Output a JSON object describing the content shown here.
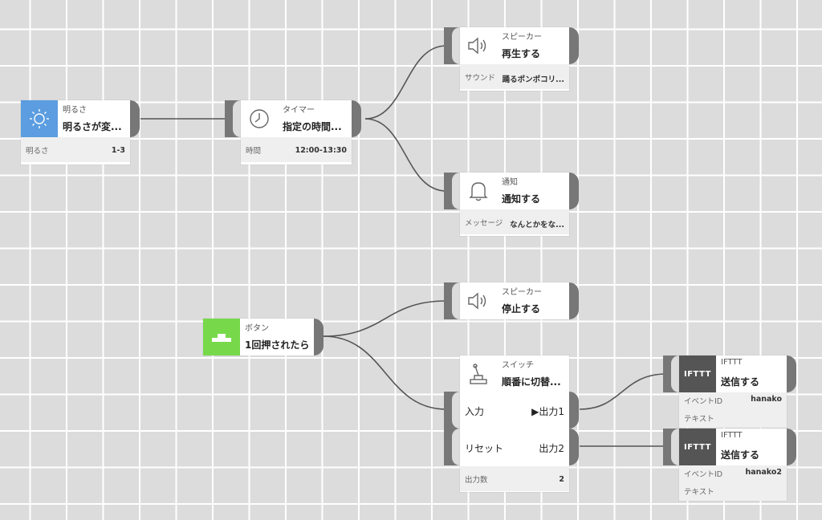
{
  "nodes": {
    "brightness": {
      "category": "明るさ",
      "title": "明るさが変...",
      "param_label": "明るさ",
      "param_value": "1-3",
      "icon": "sun-icon",
      "icon_bg": "#5b9de0"
    },
    "timer": {
      "category": "タイマー",
      "title": "指定の時間...",
      "param_label": "時間",
      "param_value": "12:00-13:30",
      "icon": "clock-icon"
    },
    "speaker1": {
      "category": "スピーカー",
      "title": "再生する",
      "param_label": "サウンド",
      "param_value": "踊るポンポコリ...",
      "icon": "speaker-icon"
    },
    "notify": {
      "category": "通知",
      "title": "通知する",
      "param_label": "メッセージ",
      "param_value": "なんとかをな...",
      "icon": "bell-icon"
    },
    "speaker2": {
      "category": "スピーカー",
      "title": "停止する",
      "icon": "speaker-icon"
    },
    "button": {
      "category": "ボタン",
      "title": "1回押されたら",
      "icon": "button-icon",
      "icon_bg": "#77d94a"
    },
    "switch": {
      "category": "スイッチ",
      "title": "順番に切替...",
      "input_label": "入力",
      "output1_label": "▶出力1",
      "reset_label": "リセット",
      "output2_label": "出力2",
      "param_label": "出力数",
      "param_value": "2",
      "icon": "lever-switch-icon"
    },
    "ifttt1": {
      "category": "IFTTT",
      "title": "送信する",
      "logo": "IFTTT",
      "event_label": "イベントID",
      "event_value": "hanako",
      "text_label": "テキスト",
      "icon_bg": "#555555"
    },
    "ifttt2": {
      "category": "IFTTT",
      "title": "送信する",
      "logo": "IFTTT",
      "event_label": "イベントID",
      "event_value": "hanako2",
      "text_label": "テキスト",
      "icon_bg": "#555555"
    }
  },
  "colors": {
    "canvas": "#dcdcdc",
    "grid": "#ffffff",
    "port": "#777777",
    "wire": "#555555"
  }
}
